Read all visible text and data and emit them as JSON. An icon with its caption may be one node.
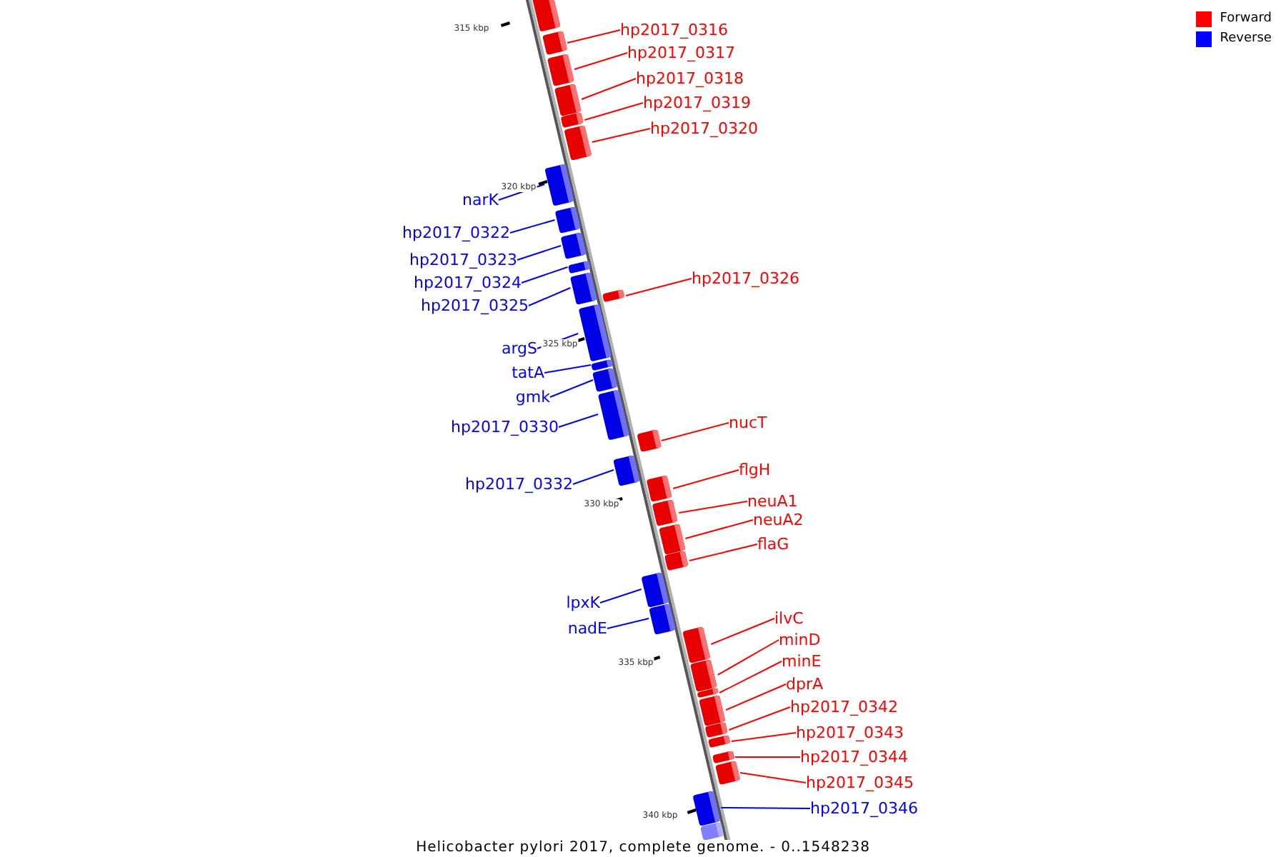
{
  "diagram": {
    "caption": "Helicobacter pylori 2017, complete genome. - 0..1548238",
    "nodes": [
      {
        "text": [],
        "shape": "bar"
      },
      {
        "text": [
          "hp2017_0316"
        ]
      },
      {
        "text": [],
        "shape": "bar"
      },
      {
        "text": [
          "hp2017_0317"
        ]
      },
      {
        "text": [],
        "shape": "bar"
      },
      {
        "text": [
          "hp2017_0318"
        ]
      },
      {
        "text": [],
        "shape": "bar"
      },
      {
        "text": [
          "hp2017_0319"
        ]
      },
      {
        "text": [],
        "shape": "bar"
      },
      {
        "text": [
          "hp2017_0320"
        ]
      },
      {
        "text": [],
        "shape": "bar"
      },
      {
        "text": [
          "narK"
        ]
      },
      {
        "text": [],
        "shape": "bar"
      },
      {
        "text": [
          "hp2017_0322"
        ]
      },
      {
        "text": [],
        "shape": "bar"
      },
      {
        "text": [
          "hp2017_0323"
        ]
      },
      {
        "text": [],
        "shape": "bar"
      },
      {
        "text": [
          "hp2017_0324"
        ]
      },
      {
        "text": [],
        "shape": "bar"
      },
      {
        "text": [
          "hp2017_0326"
        ]
      },
      {
        "text": [],
        "shape": "bar"
      },
      {
        "text": [
          "hp2017_0325"
        ]
      },
      {
        "text": [],
        "shape": "bar"
      },
      {
        "text": [
          "argS"
        ]
      },
      {
        "text": [],
        "shape": "bar"
      },
      {
        "text": [
          "tatA"
        ]
      },
      {
        "text": [],
        "shape": "bar"
      },
      {
        "text": [
          "gmk"
        ]
      },
      {
        "text": [],
        "shape": "bar"
      },
      {
        "text": [
          "hp2017_0330"
        ]
      },
      {
        "text": [],
        "shape": "bar"
      },
      {
        "text": [
          "nucT"
        ]
      },
      {
        "text": [],
        "shape": "bar"
      },
      {
        "text": [
          "hp2017_0332"
        ]
      },
      {
        "text": [],
        "shape": "bar"
      },
      {
        "text": [
          "flgH"
        ]
      },
      {
        "text": [],
        "shape": "bar"
      },
      {
        "text": [
          "neuA1"
        ]
      },
      {
        "text": [],
        "shape": "bar"
      },
      {
        "text": [
          "neuA2"
        ]
      },
      {
        "text": [],
        "shape": "bar"
      },
      {
        "text": [
          "flaG"
        ]
      },
      {
        "text": [],
        "shape": "bar"
      },
      {
        "text": [
          "lpxK"
        ]
      },
      {
        "text": [],
        "shape": "bar"
      },
      {
        "text": [
          "nadE"
        ]
      },
      {
        "text": [],
        "shape": "bar"
      },
      {
        "text": [
          "ilvC"
        ]
      },
      {
        "text": [],
        "shape": "bar"
      },
      {
        "text": [
          "minD"
        ]
      },
      {
        "text": [],
        "shape": "bar"
      },
      {
        "text": [
          "minE"
        ]
      },
      {
        "text": [],
        "shape": "bar"
      },
      {
        "text": [
          "dprA"
        ]
      },
      {
        "text": [],
        "shape": "bar"
      },
      {
        "text": [
          "hp2017_0342"
        ]
      },
      {
        "text": [],
        "shape": "bar"
      },
      {
        "text": [
          "hp2017_0343"
        ]
      },
      {
        "text": [],
        "shape": "bar"
      },
      {
        "text": [
          "hp2017_0344"
        ]
      },
      {
        "text": [],
        "shape": "bar"
      },
      {
        "text": [
          "hp2017_0345"
        ]
      },
      {
        "text": [],
        "shape": "bar"
      },
      {
        "text": [
          "hp2017_0346"
        ]
      },
      {
        "text": [],
        "shape": "bar"
      },
      {
        "text": [],
        "shape": "bar"
      }
    ],
    "edges": [
      {
        "from": 1,
        "to": 2,
        "arrow": "none"
      },
      {
        "from": 3,
        "to": 4,
        "arrow": "none"
      },
      {
        "from": 5,
        "to": 6,
        "arrow": "none"
      },
      {
        "from": 7,
        "to": 8,
        "arrow": "none"
      },
      {
        "from": 9,
        "to": 10,
        "arrow": "none"
      },
      {
        "from": 11,
        "to": 12,
        "arrow": "none",
        "color": "#0000ff"
      },
      {
        "from": 13,
        "to": 14,
        "arrow": "none",
        "color": "#0000ff"
      },
      {
        "from": 15,
        "to": 16,
        "arrow": "none",
        "color": "#0000ff"
      },
      {
        "from": 17,
        "to": 18,
        "arrow": "none",
        "color": "#0000ff"
      },
      {
        "from": 19,
        "to": 20,
        "arrow": "none"
      },
      {
        "from": 21,
        "to": 22,
        "arrow": "none",
        "color": "#0000ff"
      },
      {
        "from": 23,
        "to": 24,
        "arrow": "none",
        "color": "#0000ff"
      },
      {
        "from": 25,
        "to": 26,
        "arrow": "none",
        "color": "#0000ff"
      },
      {
        "from": 27,
        "to": 28,
        "arrow": "none",
        "color": "#0000ff"
      },
      {
        "from": 29,
        "to": 30,
        "arrow": "none",
        "color": "#0000ff"
      },
      {
        "from": 31,
        "to": 32,
        "arrow": "none"
      },
      {
        "from": 33,
        "to": 34,
        "arrow": "none",
        "color": "#0000ff"
      },
      {
        "from": 35,
        "to": 36,
        "arrow": "none"
      },
      {
        "from": 37,
        "to": 38,
        "arrow": "none"
      },
      {
        "from": 39,
        "to": 40,
        "arrow": "none"
      },
      {
        "from": 41,
        "to": 42,
        "arrow": "none"
      },
      {
        "from": 43,
        "to": 44,
        "arrow": "none",
        "color": "#0000ff"
      },
      {
        "from": 45,
        "to": 46,
        "arrow": "none",
        "color": "#0000ff"
      },
      {
        "from": 47,
        "to": 48,
        "arrow": "none"
      },
      {
        "from": 49,
        "to": 50,
        "arrow": "none"
      },
      {
        "from": 51,
        "to": 52,
        "arrow": "none"
      },
      {
        "from": 53,
        "to": 54,
        "arrow": "none"
      },
      {
        "from": 55,
        "to": 56,
        "arrow": "none"
      },
      {
        "from": 57,
        "to": 58,
        "arrow": "none"
      },
      {
        "from": 59,
        "to": 60,
        "arrow": "none"
      },
      {
        "from": 61,
        "to": 62,
        "arrow": "none"
      },
      {
        "from": 63,
        "to": 64,
        "arrow": "none",
        "color": "#0000ff"
      }
    ],
    "labels": [
      "315 kbp",
      "320 kbp",
      "325 kbp",
      "330 kbp",
      "335 kbp",
      "340 kbp"
    ],
    "legend": [
      {
        "text": "Forward",
        "color": "#ff0000"
      },
      {
        "text": "Reverse",
        "color": "#0000ff"
      }
    ]
  }
}
